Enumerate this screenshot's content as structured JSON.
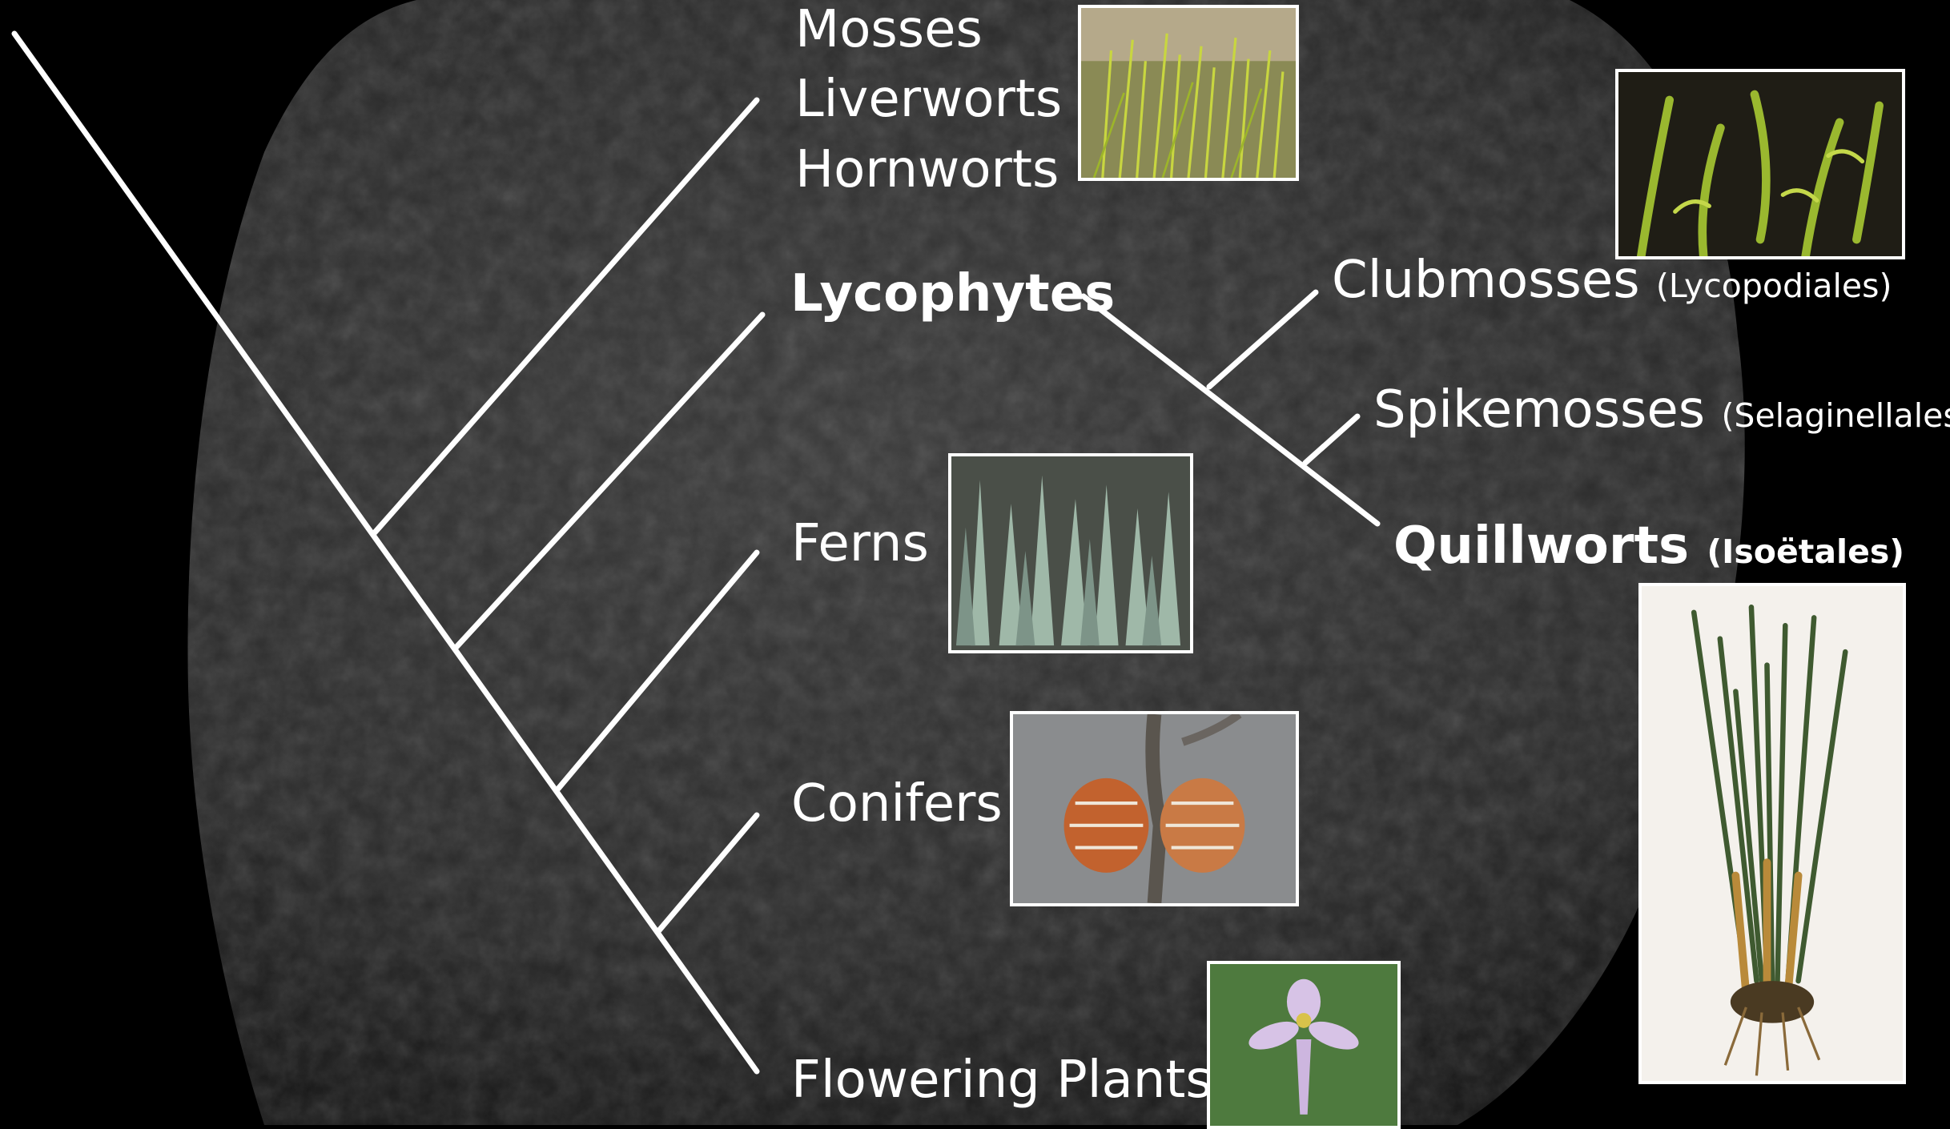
{
  "colors": {
    "background": "#000000",
    "specimen": "#2e2e2e",
    "lines": "#ffffff",
    "text": "#ffffff"
  },
  "taxa": {
    "mosses": "Mosses",
    "liverworts": "Liverworts",
    "hornworts": "Hornworts",
    "lycophytes": "Lycophytes",
    "ferns": "Ferns",
    "conifers": "Conifers",
    "flowering_plants": "Flowering Plants",
    "clubmosses": "Clubmosses",
    "clubmosses_order": "(Lycopodiales)",
    "spikemosses": "Spikemosses",
    "spikemosses_order": "(Selaginellales)",
    "quillworts": "Quillworts",
    "quillworts_order": "(Isoëtales)"
  },
  "photos": [
    {
      "id": "moss-photo",
      "subject": "moss"
    },
    {
      "id": "clubmoss-photo",
      "subject": "clubmoss"
    },
    {
      "id": "fern-photo",
      "subject": "fern"
    },
    {
      "id": "conifer-photo",
      "subject": "conifer cones"
    },
    {
      "id": "flower-photo",
      "subject": "orchid flower"
    },
    {
      "id": "quillwort-photo",
      "subject": "quillwort plant"
    }
  ]
}
